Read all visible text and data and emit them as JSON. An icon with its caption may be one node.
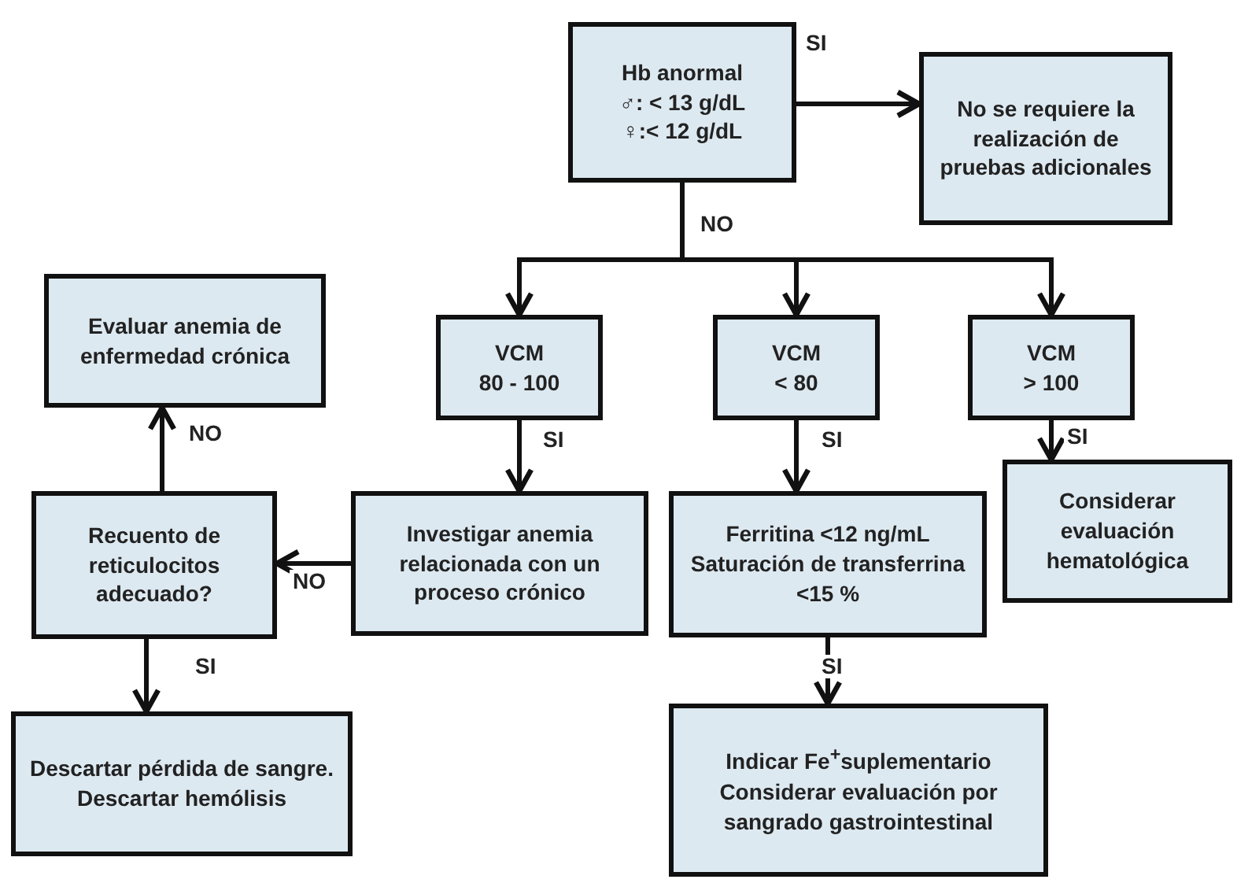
{
  "diagram": {
    "nodes": [
      {
        "text": [
          "Hb anormal",
          "♂: < 13 g/dL",
          "♀:< 12 g/dL"
        ]
      },
      {
        "text": [
          "No se requiere la realización de pruebas adicionales"
        ]
      },
      {
        "text": [
          "Evaluar anemia de enfermedad crónica"
        ]
      },
      {
        "text": [
          "VCM",
          "80 - 100"
        ]
      },
      {
        "text": [
          "VCM",
          "< 80"
        ]
      },
      {
        "text": [
          "VCM",
          "> 100"
        ]
      },
      {
        "text": [
          "Recuento de reticulocitos adecuado?"
        ]
      },
      {
        "text": [
          "Investigar anemia relacionada con un proceso crónico"
        ]
      },
      {
        "text": [
          "Ferritina <12 ng/mL",
          "Saturación de transferrina <15 %"
        ]
      },
      {
        "text": [
          "Considerar evaluación hematológica"
        ]
      },
      {
        "text": [
          "Descartar pérdida de sangre.",
          "Descartar hemólisis"
        ]
      },
      {
        "text": [
          "Indicar Fe$^{+}$suplementario",
          "Considerar evaluación por sangrado gastrointestinal"
        ]
      }
    ],
    "edges": [
      {
        "from": 0,
        "to": 1,
        "arrow": "to",
        "label": "SI"
      },
      {
        "from": 0,
        "to": 3,
        "arrow": "to"
      },
      {
        "from": 0,
        "to": 4,
        "arrow": "to",
        "label": "NO"
      },
      {
        "from": 0,
        "to": 5,
        "arrow": "to"
      },
      {
        "from": 3,
        "to": 7,
        "arrow": "to",
        "label": "SI"
      },
      {
        "from": 4,
        "to": 8,
        "arrow": "to",
        "label": "SI"
      },
      {
        "from": 5,
        "to": 9,
        "arrow": "to",
        "label": "SI"
      },
      {
        "from": 7,
        "to": 6,
        "arrow": "to",
        "label": "NO"
      },
      {
        "from": 6,
        "to": 2,
        "arrow": "to",
        "label": "NO"
      },
      {
        "from": 6,
        "to": 10,
        "arrow": "to",
        "label": "SI"
      },
      {
        "from": 8,
        "to": 11,
        "arrow": "to",
        "label": "SI"
      }
    ]
  }
}
